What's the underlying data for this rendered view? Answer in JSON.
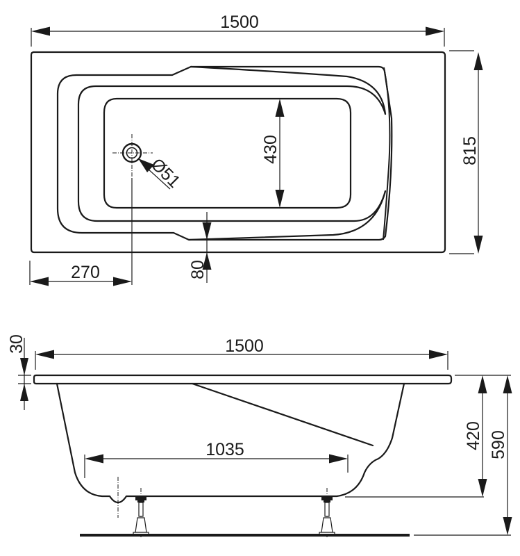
{
  "drawing": {
    "subject": "Bathtub technical drawing",
    "units": "mm",
    "plan_view": {
      "overall_length": "1500",
      "overall_width": "815",
      "basin_bottom_width": "430",
      "drain_offset_from_end": "270",
      "rim_to_inner_distance": "80",
      "drain_diameter": "Ø51"
    },
    "side_view": {
      "overall_length": "1500",
      "rim_thickness": "30",
      "bottom_length": "1035",
      "depth_to_bottom": "420",
      "total_height_with_legs": "590"
    }
  },
  "colors": {
    "line": "#1a1a1a",
    "background": "#ffffff"
  }
}
